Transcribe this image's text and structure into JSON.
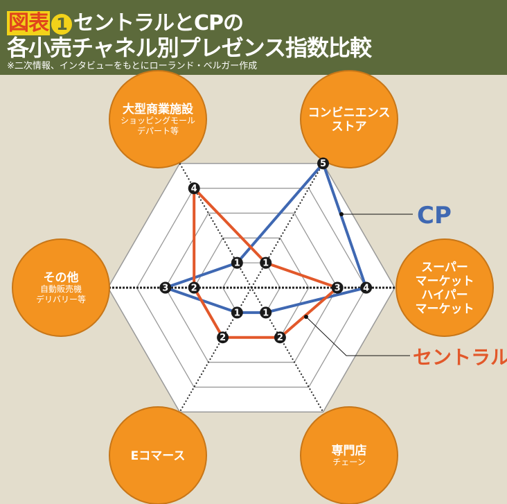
{
  "header": {
    "tag": "図表",
    "number": "1",
    "title_line1": "セントラルとCPの",
    "title_line2": "各小売チャネル別プレゼンス指数比較",
    "note": "※二次情報、インタビューをもとにローランド・ベルガー作成"
  },
  "chart_data": {
    "type": "radar",
    "title": "セントラルとCPの各小売チャネル別プレゼンス指数比較",
    "categories": [
      {
        "main": "大型商業施設",
        "sub": [
          "ショッピングモール",
          "デパート等"
        ]
      },
      {
        "main": "コンビニエンス",
        "sub": [
          "ストア"
        ]
      },
      {
        "main": "スーパー",
        "sub": [
          "マーケット",
          "ハイパー",
          "マーケット"
        ]
      },
      {
        "main": "専門店",
        "sub": [
          "チェーン"
        ]
      },
      {
        "main": "Eコマース",
        "sub": []
      },
      {
        "main": "その他",
        "sub": [
          "自動販売機",
          "デリバリー等"
        ]
      }
    ],
    "range": [
      0,
      5
    ],
    "rings": 5,
    "series": [
      {
        "name": "CP",
        "color": "#3f68b2",
        "values": [
          1,
          5,
          4,
          1,
          1,
          3
        ]
      },
      {
        "name": "セントラル",
        "color": "#e2582a",
        "values": [
          4,
          1,
          3,
          2,
          2,
          2
        ]
      }
    ],
    "colors": {
      "category_circle": "#f39320",
      "background": "#e3ddcc",
      "header": "#5c6a3b"
    }
  }
}
